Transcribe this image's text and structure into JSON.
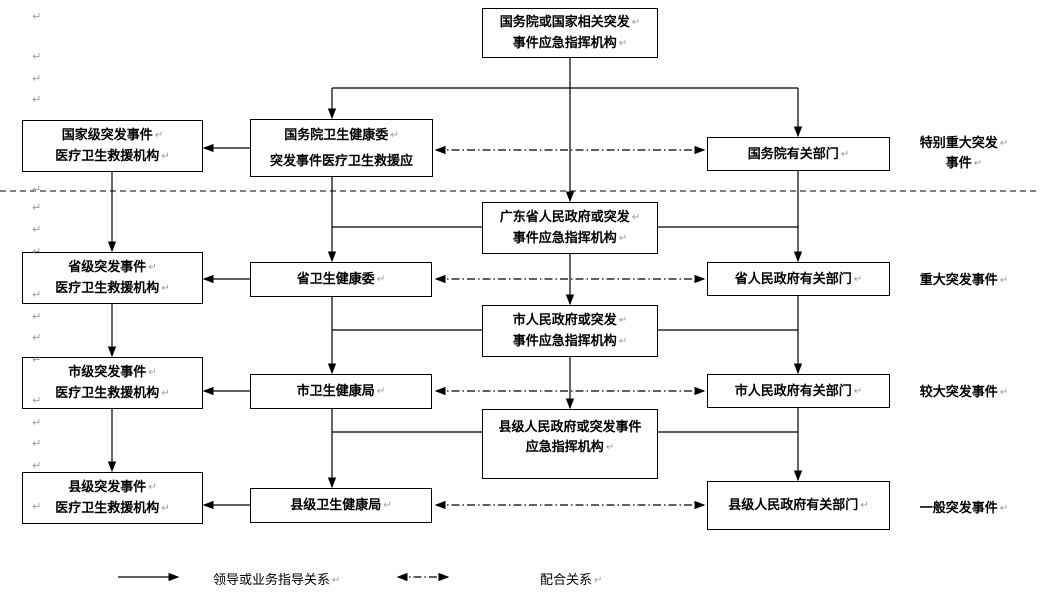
{
  "diagram": {
    "boxes": {
      "top_cmd": {
        "lines": [
          "国务院或国家相关突发",
          "事件应急指挥机构"
        ]
      },
      "national_rescue": {
        "lines": [
          "国家级突发事件",
          "医疗卫生救援机构"
        ]
      },
      "national_health": {
        "lines": [
          "国务院卫生健康委",
          "突发事件医疗卫生救援应"
        ]
      },
      "national_depts": {
        "lines": [
          "国务院有关部门"
        ]
      },
      "province_cmd": {
        "lines": [
          "广东省人民政府或突发",
          "事件应急指挥机构"
        ]
      },
      "province_rescue": {
        "lines": [
          "省级突发事件",
          "医疗卫生救援机构"
        ]
      },
      "province_health": {
        "lines": [
          "省卫生健康委"
        ]
      },
      "province_depts": {
        "lines": [
          "省人民政府有关部门"
        ]
      },
      "city_cmd": {
        "lines": [
          "市人民政府或突发",
          "事件应急指挥机构"
        ]
      },
      "city_rescue": {
        "lines": [
          "市级突发事件",
          "医疗卫生救援机构"
        ]
      },
      "city_health": {
        "lines": [
          "市卫生健康局"
        ]
      },
      "city_depts": {
        "lines": [
          "市人民政府有关部门"
        ]
      },
      "county_cmd": {
        "lines": [
          "县级人民政府或突发事件",
          "应急指挥机构"
        ]
      },
      "county_rescue": {
        "lines": [
          "县级突发事件",
          "医疗卫生救援机构"
        ]
      },
      "county_health": {
        "lines": [
          "县级卫生健康局"
        ]
      },
      "county_depts": {
        "lines": [
          "县级人民政府有关部门"
        ]
      }
    },
    "tier_labels": {
      "special": {
        "lines": [
          "特别重大突发",
          "事件"
        ]
      },
      "major": {
        "lines": [
          "重大突发事件"
        ]
      },
      "large": {
        "lines": [
          "较大突发事件"
        ]
      },
      "general": {
        "lines": [
          "一般突发事件"
        ]
      }
    },
    "legend": {
      "solid_label": "领导或业务指导关系",
      "dashdot_label": "配合关系"
    },
    "colors": {
      "line": "#000000",
      "format_mark": "#9a9a9a",
      "background": "#ffffff"
    }
  }
}
